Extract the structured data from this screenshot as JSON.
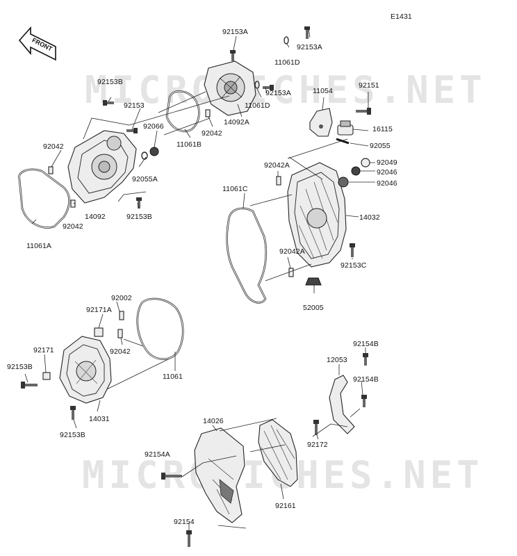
{
  "diagram": {
    "code": "E1431",
    "front_label": "FRONT",
    "watermark": "MICROFICHES.NET"
  },
  "labels": [
    {
      "id": "p92153A_1",
      "text": "92153A"
    },
    {
      "id": "p92153A_2",
      "text": "92153A"
    },
    {
      "id": "p11061D_1",
      "text": "11061D"
    },
    {
      "id": "p92153B_1",
      "text": "92153B"
    },
    {
      "id": "p92153",
      "text": "92153"
    },
    {
      "id": "p92153A_3",
      "text": "92153A"
    },
    {
      "id": "p11054",
      "text": "11054"
    },
    {
      "id": "p92151",
      "text": "92151"
    },
    {
      "id": "p11061D_2",
      "text": "11061D"
    },
    {
      "id": "p14092A",
      "text": "14092A"
    },
    {
      "id": "p92066",
      "text": "92066"
    },
    {
      "id": "p92042_1",
      "text": "92042"
    },
    {
      "id": "p16115",
      "text": "16115"
    },
    {
      "id": "p11061B",
      "text": "11061B"
    },
    {
      "id": "p92042_2",
      "text": "92042"
    },
    {
      "id": "p92055",
      "text": "92055"
    },
    {
      "id": "p92042A_1",
      "text": "92042A"
    },
    {
      "id": "p92049",
      "text": "92049"
    },
    {
      "id": "p92055A",
      "text": "92055A"
    },
    {
      "id": "p92046_1",
      "text": "92046"
    },
    {
      "id": "p92046_2",
      "text": "92046"
    },
    {
      "id": "p11061C",
      "text": "11061C"
    },
    {
      "id": "p14092",
      "text": "14092"
    },
    {
      "id": "p92042_3",
      "text": "92042"
    },
    {
      "id": "p92153B_2",
      "text": "92153B"
    },
    {
      "id": "p14032",
      "text": "14032"
    },
    {
      "id": "p11061A",
      "text": "11061A"
    },
    {
      "id": "p92042A_2",
      "text": "92042A"
    },
    {
      "id": "p92153C",
      "text": "92153C"
    },
    {
      "id": "p52005",
      "text": "52005"
    },
    {
      "id": "p92002",
      "text": "92002"
    },
    {
      "id": "p92171A",
      "text": "92171A"
    },
    {
      "id": "p92171",
      "text": "92171"
    },
    {
      "id": "p92042_4",
      "text": "92042"
    },
    {
      "id": "p92154B_1",
      "text": "92154B"
    },
    {
      "id": "p12053",
      "text": "12053"
    },
    {
      "id": "p92153B_3",
      "text": "92153B"
    },
    {
      "id": "p11061",
      "text": "11061"
    },
    {
      "id": "p92154B_2",
      "text": "92154B"
    },
    {
      "id": "p14031",
      "text": "14031"
    },
    {
      "id": "p92153B_4",
      "text": "92153B"
    },
    {
      "id": "p14026",
      "text": "14026"
    },
    {
      "id": "p92172",
      "text": "92172"
    },
    {
      "id": "p92154A",
      "text": "92154A"
    },
    {
      "id": "p92161",
      "text": "92161"
    },
    {
      "id": "p92154",
      "text": "92154"
    }
  ]
}
